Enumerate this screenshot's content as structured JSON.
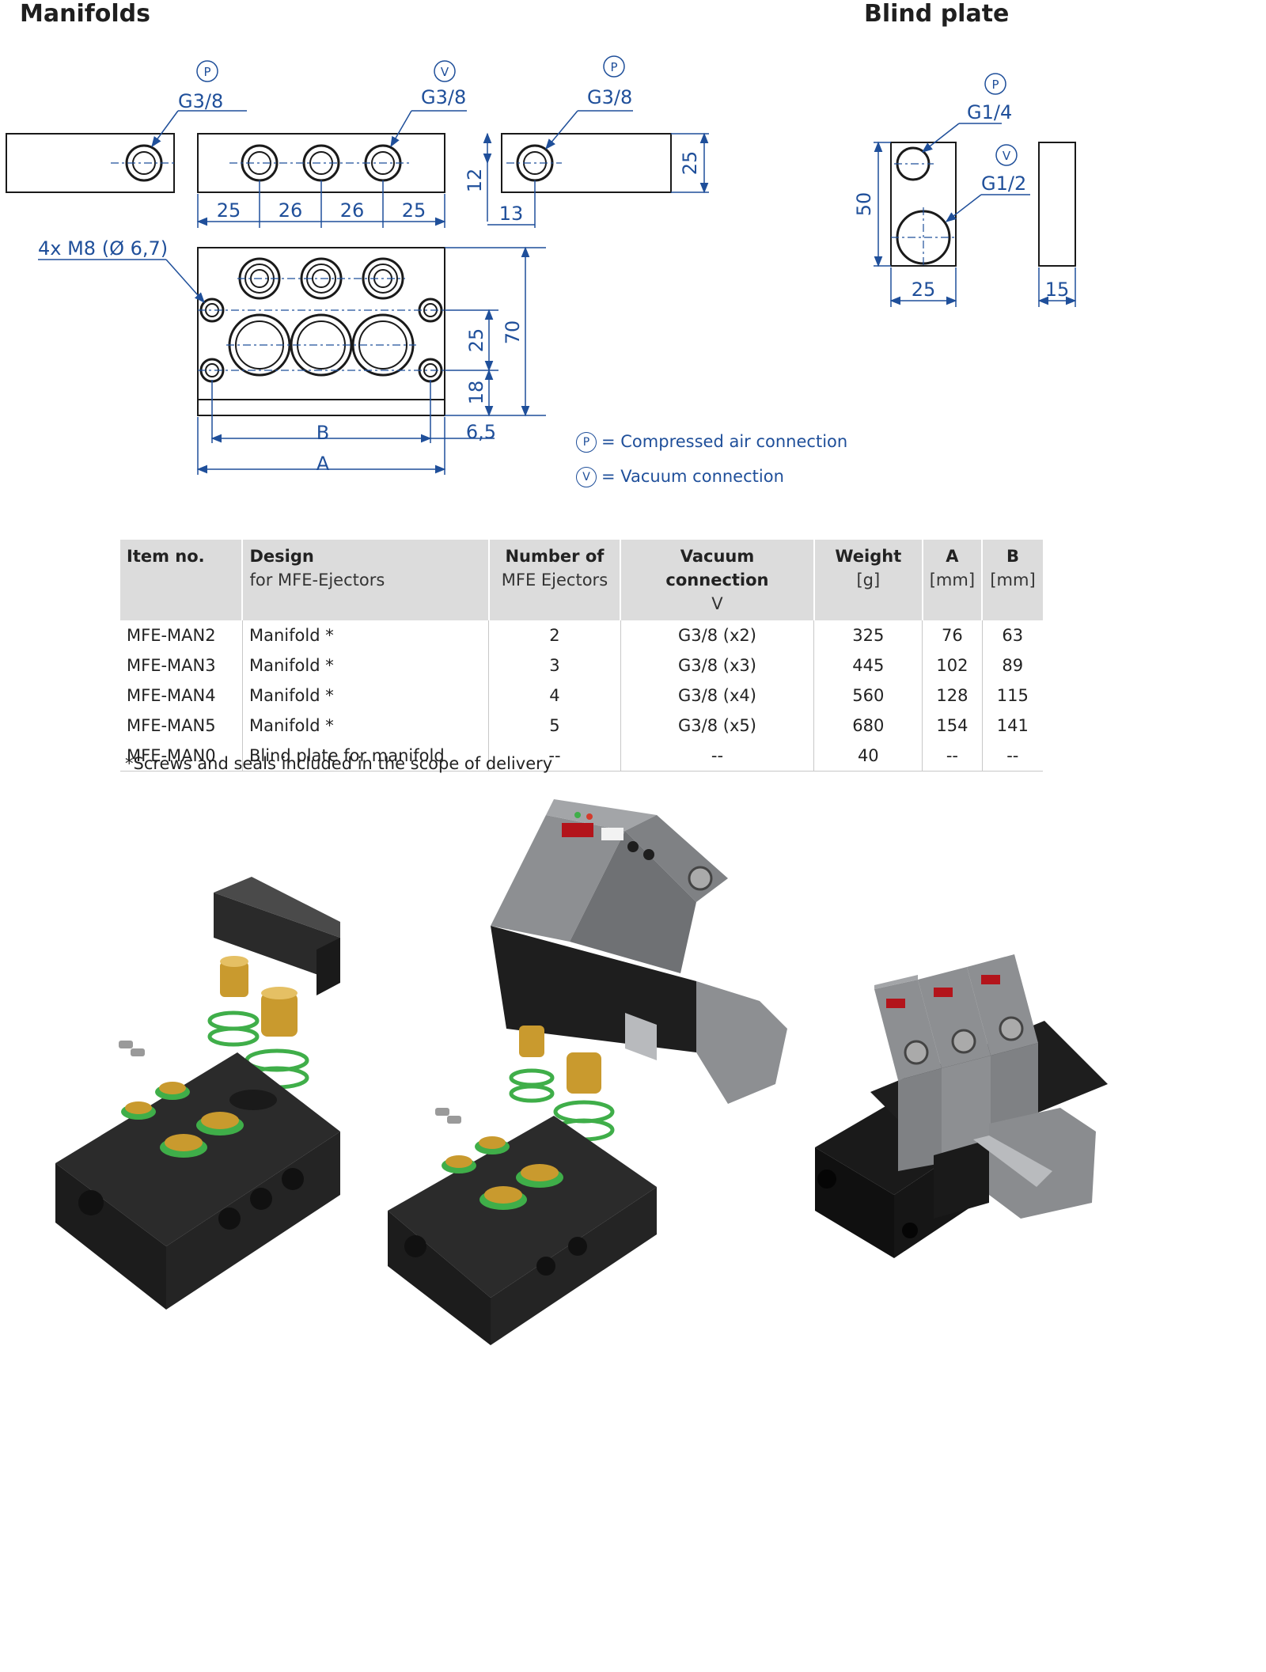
{
  "headings": {
    "manifolds": "Manifolds",
    "blind_plate": "Blind plate"
  },
  "drawing": {
    "badge_p": "P",
    "badge_v": "V",
    "port_g38": "G3/8",
    "port_g14": "G1/4",
    "port_g12": "G1/2",
    "dims": {
      "d25": "25",
      "d26": "26",
      "d12": "12",
      "d13": "13",
      "d70": "70",
      "d18": "18",
      "d65": "6,5",
      "dB": "B",
      "dA": "A",
      "d50": "50",
      "d15": "15"
    },
    "screws": "4x M8 (Ø 6,7)"
  },
  "legend": [
    {
      "badge": "P",
      "text": "= Compressed air connection"
    },
    {
      "badge": "V",
      "text": "= Vacuum connection"
    }
  ],
  "table": {
    "headers": [
      {
        "l1": "Item no.",
        "l2": ""
      },
      {
        "l1": "Design",
        "l2": "for MFE-Ejectors"
      },
      {
        "l1": "Number of",
        "l2": "MFE Ejectors"
      },
      {
        "l1": "Vacuum connection",
        "l2": "V"
      },
      {
        "l1": "Weight",
        "l2": "[g]"
      },
      {
        "l1": "A",
        "l2": "[mm]"
      },
      {
        "l1": "B",
        "l2": "[mm]"
      }
    ],
    "rows": [
      [
        "MFE-MAN2",
        "Manifold *",
        "2",
        "G3/8 (x2)",
        "325",
        "76",
        "63"
      ],
      [
        "MFE-MAN3",
        "Manifold *",
        "3",
        "G3/8 (x3)",
        "445",
        "102",
        "89"
      ],
      [
        "MFE-MAN4",
        "Manifold *",
        "4",
        "G3/8 (x4)",
        "560",
        "128",
        "115"
      ],
      [
        "MFE-MAN5",
        "Manifold *",
        "5",
        "G3/8 (x5)",
        "680",
        "154",
        "141"
      ],
      [
        "MFE-MAN0",
        "Blind plate for manifold",
        "--",
        "--",
        "40",
        "--",
        "--"
      ]
    ]
  },
  "footnote": "*Screws and seals included in the scope of delivery",
  "colors": {
    "dimension_blue": "#1f4f9a",
    "header_gray": "#dcdcdc",
    "body_black": "#1e1e1e",
    "brass": "#c99a2e",
    "seal_green": "#3fae49",
    "ejector_gray": "#8d8f92"
  }
}
